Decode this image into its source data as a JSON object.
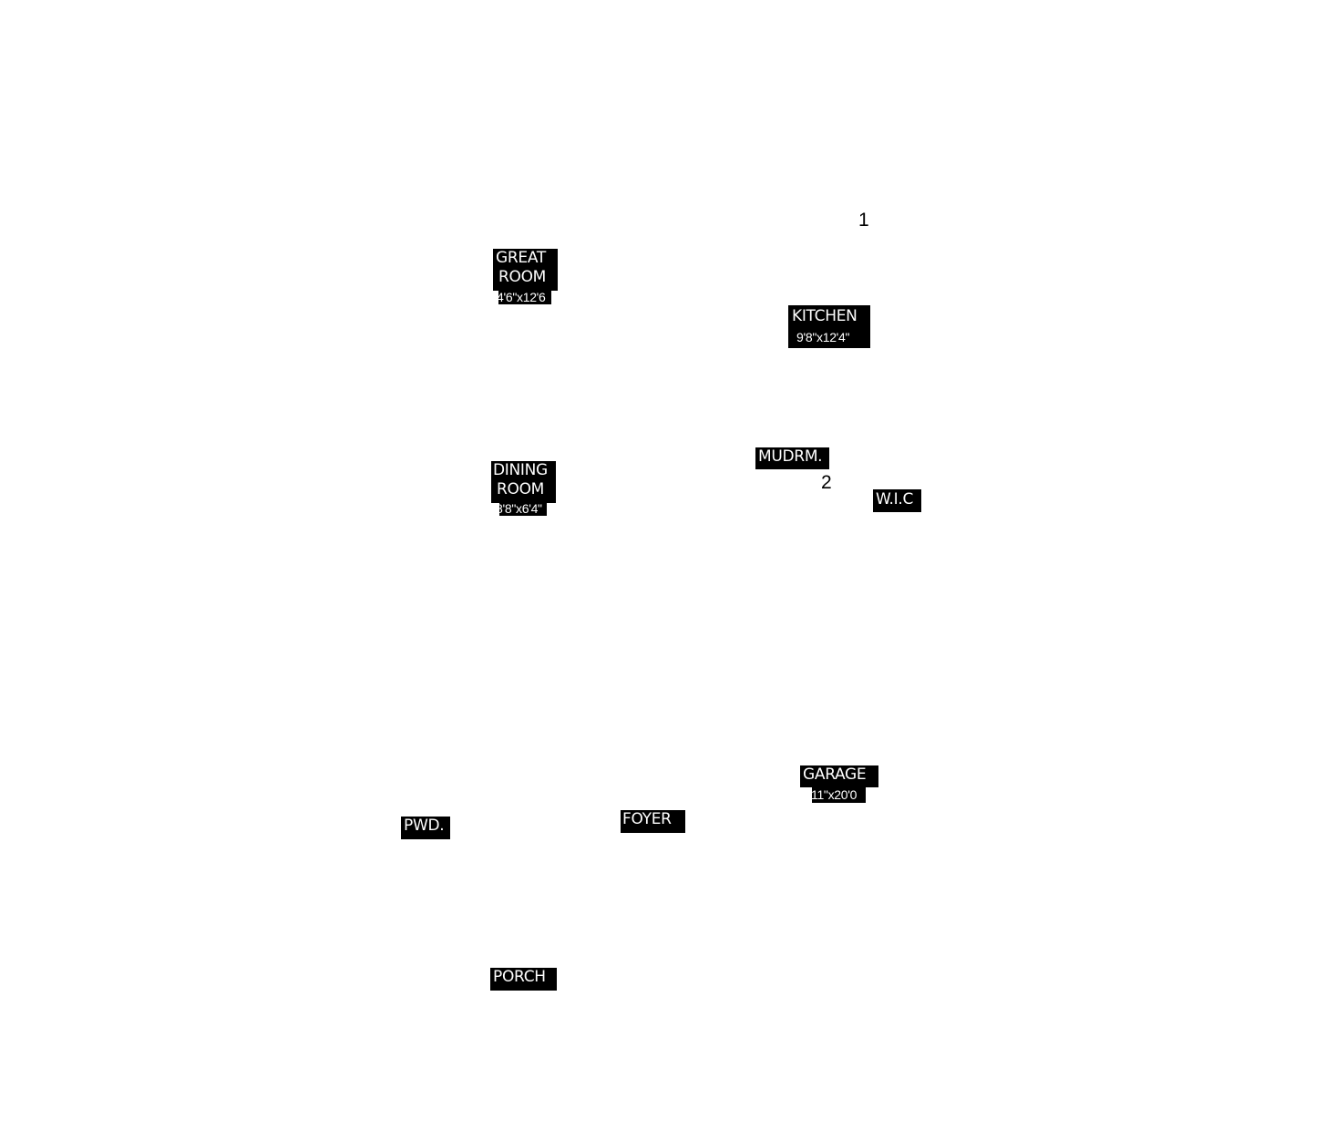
{
  "rooms": {
    "great_room": {
      "line1": "GREAT",
      "line2": "ROOM",
      "size": "4'6\"x12'6"
    },
    "kitchen": {
      "name": "KITCHEN",
      "size": "9'8\"x12'4\""
    },
    "dining_room": {
      "line1": "DINING",
      "line2": "ROOM",
      "size": "8'8\"x6'4\""
    },
    "mudroom": {
      "name": "MUDRM."
    },
    "wic": {
      "name": "W.I.C"
    },
    "garage": {
      "name": "GARAGE",
      "size": "11\"x20'0"
    },
    "foyer": {
      "name": "FOYER"
    },
    "powder": {
      "name": "PWD."
    },
    "porch": {
      "name": "PORCH"
    }
  },
  "markers": {
    "marker_1": "1",
    "marker_2": "2"
  },
  "colors": {
    "label_background": "#000000",
    "label_text": "#ffffff",
    "marker_text": "#000000",
    "background": "#ffffff"
  }
}
